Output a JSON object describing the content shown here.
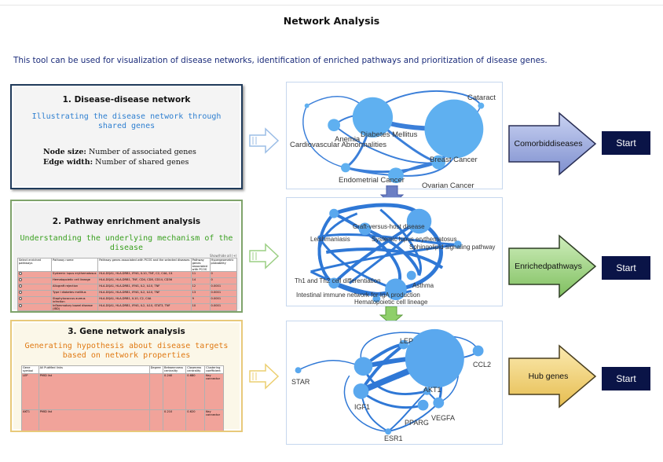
{
  "page": {
    "title": "Network Analysis",
    "intro": "This tool can be used for visualization of disease networks, identification of enriched pathways and prioritization of disease genes."
  },
  "sections": [
    {
      "title": "1. Disease-disease network",
      "subtitle_line1": "Illustrating the disease network through",
      "subtitle_line2": "shared genes",
      "legend": [
        {
          "term": "Node size:",
          "text": " Number of associated genes"
        },
        {
          "term": "Edge width:",
          "text": " Number of shared genes"
        }
      ],
      "network_labels": [
        "Cataract",
        "Diabetes Mellitus",
        "Anemia",
        "Cardiovascular Abnormalities",
        "Breast Cancer",
        "Endometrial Cancer",
        "Ovarian Cancer"
      ],
      "arrow_label_line1": "Comorbid",
      "arrow_label_line2": "diseases",
      "arrow_color": "#8f9fd8",
      "start_label": "Start"
    },
    {
      "title": "2. Pathway enrichment analysis",
      "subtitle_line1": "Understanding the underlying mechanism of the",
      "subtitle_line2": "disease",
      "table": {
        "caption": "Show/hide all (+)",
        "headers": [
          "Select enriched pathways",
          "Pathway name",
          "Pathway genes associated with PCOS and the selected diseases",
          "Pathway genes associated with PCOS",
          "Hypergeometric probability"
        ],
        "rows": [
          [
            "Systemic lupus erythematosus",
            "HLA-DQA1, HLA-DRB1, IFNG, IL10, TNF, C2, C4A, C4",
            "11",
            "0"
          ],
          [
            "Hematopoietic cell lineage",
            "HLA-DQA1, HLA-DRB1, TNF, CD4, CD8, CD14, CD36",
            "14",
            "0"
          ],
          [
            "Allograft rejection",
            "HLA-DQA1, HLA-DRB1, IFNG, IL2, IL10, TNF",
            "12",
            "0.0001"
          ],
          [
            "Type I diabetes mellitus",
            "HLA-DQA1, HLA-DRB1, IFNG, IL2, IL10, TNF",
            "13",
            "0.0001"
          ],
          [
            "Staphylococcus aureus infection",
            "HLA-DQA1, HLA-DRB1, IL10, C2, C4A",
            "9",
            "0.0001"
          ],
          [
            "Inflammatory bowel disease (IBD)",
            "HLA-DQA1, HLA-DRB1, IFNG, IL2, IL10, STAT3, TNF",
            "10",
            "0.0001"
          ]
        ]
      },
      "network_labels": [
        "Graft-versus-host disease",
        "Leishmaniasis",
        "Systemic lupus erythematosus",
        "Sphingolipid signaling pathway",
        "Th1 and Th2 cell differentiation",
        "Asthma",
        "Intestinal immune network for IgA production",
        "Hematopoietic cell lineage"
      ],
      "arrow_label_line1": "Enriched",
      "arrow_label_line2": "pathways",
      "arrow_color": "#7fbf5f",
      "start_label": "Start"
    },
    {
      "title": "3. Gene network analysis",
      "subtitle_line1": "Generating hypothesis about disease targets",
      "subtitle_line2": "based on network properties",
      "table": {
        "headers": [
          "Gene symbol",
          "All PubMed links",
          "Degree",
          "Betweenness centrality",
          "Closeness centrality",
          "Clustering coefficient"
        ],
        "rows": [
          [
            "LEP",
            "PMID list",
            "",
            "0.240",
            "0.680",
            "Key connector"
          ],
          [
            "AKT1",
            "PMID list",
            "",
            "0.210",
            "0.620",
            "Key connector"
          ]
        ]
      },
      "network_labels": [
        "LEP",
        "CCL2",
        "STAR",
        "AKT1",
        "IGF1",
        "PPARG",
        "VEGFA",
        "ESR1"
      ],
      "arrow_label_line1": "Hub genes",
      "arrow_label_line2": "",
      "arrow_color": "#e8c560",
      "start_label": "Start"
    }
  ]
}
